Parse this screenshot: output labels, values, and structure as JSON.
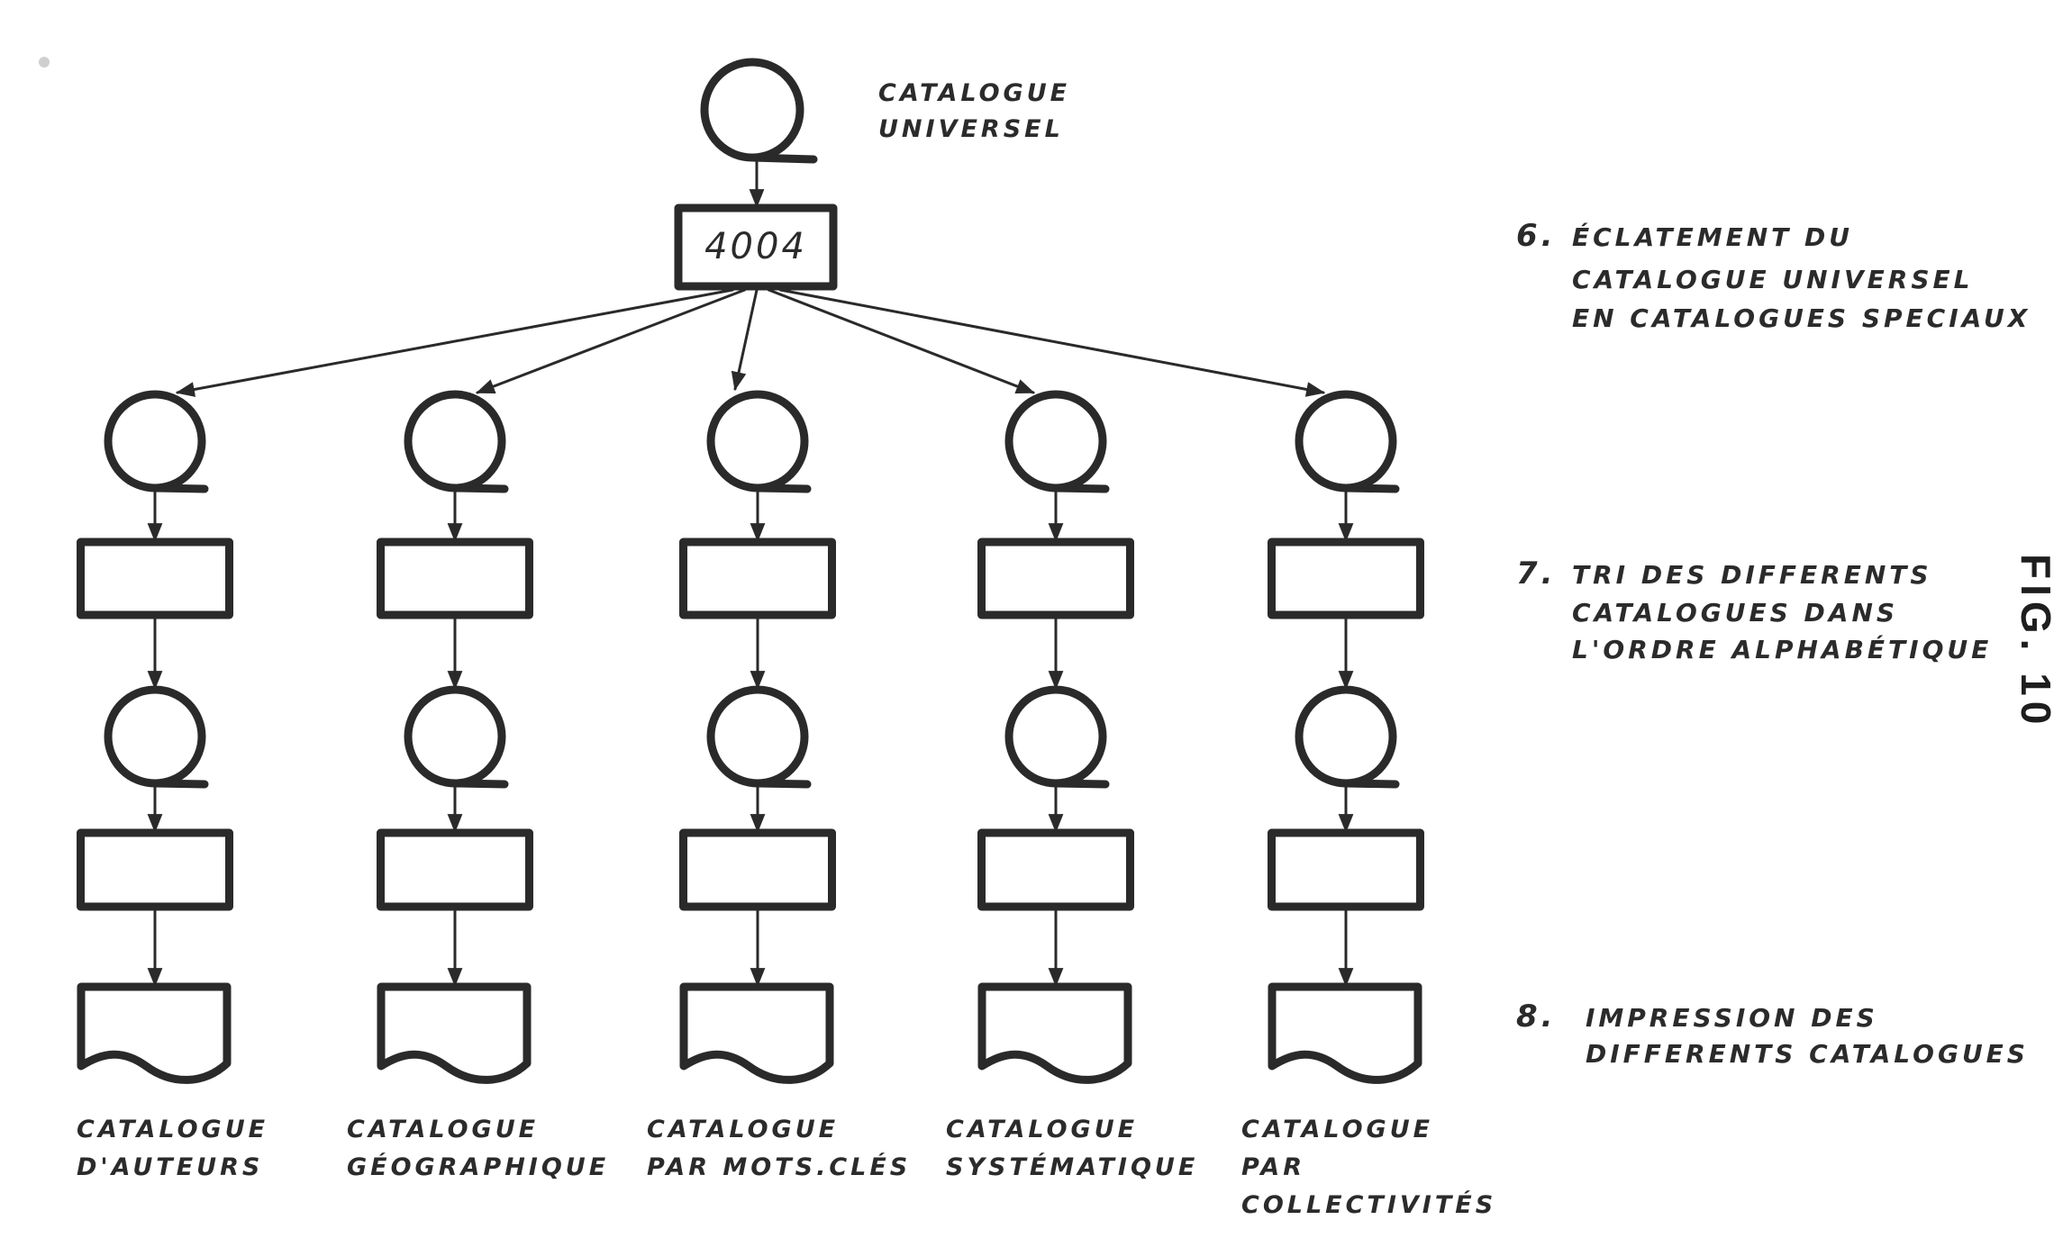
{
  "figure": {
    "label": "FIG. 10"
  },
  "source": {
    "label_lines": [
      "CATALOGUE",
      "UNIVERSEL"
    ],
    "shape": "magnetic-tape"
  },
  "process": {
    "label": "4004",
    "shape": "process-box"
  },
  "steps": [
    {
      "number": "6.",
      "lines": [
        "ÉCLATEMENT DU",
        "CATALOGUE UNIVERSEL",
        "EN CATALOGUES SPECIAUX"
      ]
    },
    {
      "number": "7.",
      "lines": [
        "TRI DES DIFFERENTS",
        "CATALOGUES DANS",
        "L'ORDRE ALPHABÉTIQUE"
      ]
    },
    {
      "number": "8.",
      "lines": [
        "IMPRESSION DES",
        "DIFFERENTS CATALOGUES"
      ]
    }
  ],
  "columns": [
    {
      "id": "auteurs",
      "label_lines": [
        "CATALOGUE",
        "D'AUTEURS"
      ]
    },
    {
      "id": "geographique",
      "label_lines": [
        "CATALOGUE",
        "GÉOGRAPHIQUE"
      ]
    },
    {
      "id": "mots-cles",
      "label_lines": [
        "CATALOGUE",
        "PAR MOTS.CLÉS"
      ]
    },
    {
      "id": "systematique",
      "label_lines": [
        "CATALOGUE",
        "SYSTÉMATIQUE"
      ]
    },
    {
      "id": "collectivites",
      "label_lines": [
        "CATALOGUE",
        "PAR",
        "COLLECTIVITÉS"
      ]
    }
  ],
  "column_sequence": [
    "magnetic-tape",
    "process-box",
    "magnetic-tape",
    "process-box",
    "printed-document"
  ],
  "colors": {
    "ink": "#2a2a2a",
    "paper": "#ffffff"
  }
}
